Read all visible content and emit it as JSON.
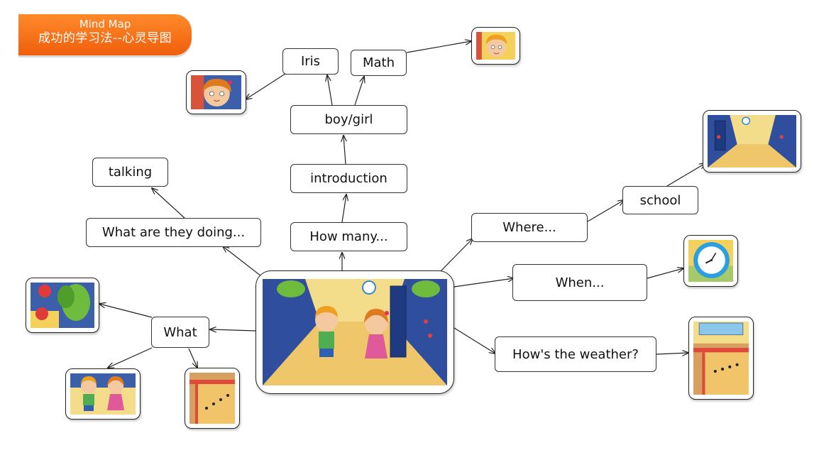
{
  "banner": {
    "title": "Mind Map",
    "subtitle": "成功的学习法--心灵导图"
  },
  "nodes": {
    "iris": "Iris",
    "math": "Math",
    "boy_girl": "boy/girl",
    "introduction": "introduction",
    "how_many": "How many...",
    "talking": "talking",
    "what_doing": "What are they doing...",
    "what": "What",
    "where": "Where...",
    "school": "school",
    "when": "When...",
    "weather": "How's the weather?"
  },
  "pictures": [
    "girl-face-picture",
    "boy-face-picture",
    "school-hallway-picture",
    "clock-picture",
    "window-and-path-picture",
    "apple-tree-picture",
    "boy-and-girl-picture",
    "ants-on-path-picture",
    "school-hallway-scene"
  ],
  "colors": {
    "banner": "#f2661a",
    "border": "#333333",
    "arrow": "#222222"
  }
}
